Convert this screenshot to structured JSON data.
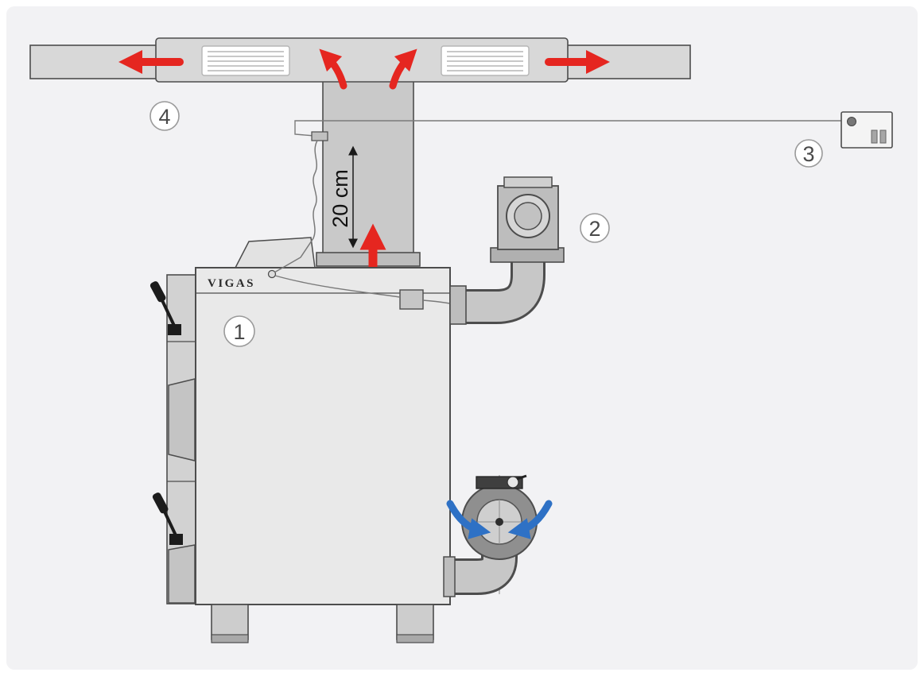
{
  "labels": {
    "brand": "VIGAS",
    "dimension": "20 cm",
    "callout_boiler": "1",
    "callout_flue": "2",
    "callout_controller": "3",
    "callout_duct": "4"
  },
  "colors": {
    "page_bg": "#f2f2f4",
    "outline": "#4d4d4d",
    "outline_soft": "#8a8a8a",
    "duct_fill": "#d8d8d8",
    "duct_fill_dark": "#c9c9c9",
    "boiler_fill": "#e9e9e9",
    "panel_fill": "#d2d2d2",
    "door_fill": "#c4c4c4",
    "metal_mid": "#bdbdbd",
    "metal_dark": "#8f8f8f",
    "grille_fill": "#ffffff",
    "grille_line": "#b5b5b5",
    "arrow_red": "#e52620",
    "arrow_blue": "#2e71c5",
    "lever_black": "#1c1c1c",
    "wire": "#7a7a7a",
    "dimension_line": "#1a1a1a",
    "callout_fill": "#ffffff",
    "callout_stroke": "#9a9a9a",
    "callout_text": "#4a4a4a",
    "logo_text": "#2b2b2b",
    "fan_dark": "#3f3f3f",
    "fan_inner": "#cfcfcf",
    "controller_fill": "#f4f4f4"
  }
}
